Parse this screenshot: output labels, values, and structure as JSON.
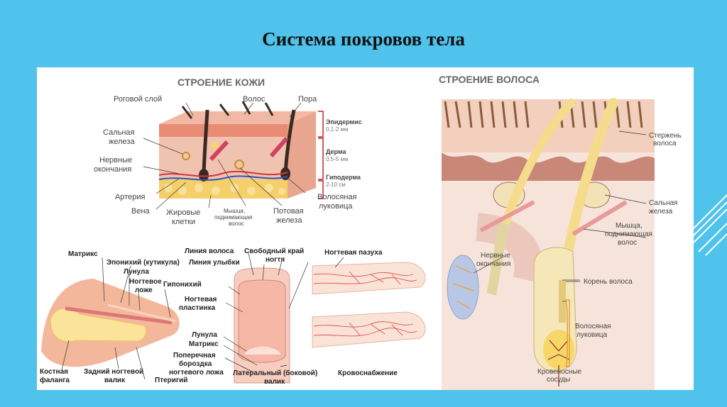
{
  "slide": {
    "title": "Система покровов тела"
  },
  "skin": {
    "heading": "СТРОЕНИЕ КОЖИ",
    "labels": {
      "horny_layer": "Роговой слой",
      "hair": "Волос",
      "pore": "Пора",
      "sebaceous_1": "Сальная",
      "sebaceous_2": "железа",
      "nerve_1": "Нервные",
      "nerve_2": "окончания",
      "artery": "Артерия",
      "vein": "Вена",
      "fat_1": "Жировые",
      "fat_2": "клетки",
      "muscle_1": "Мышца,",
      "muscle_2": "поднимающая",
      "muscle_3": "волос",
      "sweat_1": "Потовая",
      "sweat_2": "железа",
      "bulb_1": "Волосяная",
      "bulb_2": "луковица",
      "epidermis": "Эпидермис",
      "epidermis_size": "0,1-2 мм",
      "dermis": "Дерма",
      "dermis_size": "0,5-5 мм",
      "hypodermis": "Гиподерма",
      "hypodermis_size": "2-10 см"
    }
  },
  "nail": {
    "labels": {
      "matrix": "Матрикс",
      "eponychium": "Эпонихий (кутикула)",
      "lunula": "Лунула",
      "nail_bed_1": "Ногтевое",
      "nail_bed_2": "ложе",
      "hyponychium": "Гипонихий",
      "bone_1": "Костная",
      "bone_2": "фаланга",
      "back_fold_1": "Задний ногтевой",
      "back_fold_2": "валик",
      "pterygium": "Птеригий",
      "hair_line": "Линия волоса",
      "smile_line": "Линия улыбки",
      "free_edge_1": "Свободный край",
      "free_edge_2": "ногтя",
      "plate_1": "Ногтевая",
      "plate_2": "пластинка",
      "lunula2": "Лунула",
      "matrix2": "Матрикс",
      "groove_1": "Поперечная",
      "groove_2": "бороздка",
      "groove_3": "ногтевого ложа",
      "lateral_1": "Латеральный (боковой)",
      "lateral_2": "валик",
      "sinus": "Ногтевая пазуха",
      "blood": "Кровоснабжение"
    }
  },
  "hair": {
    "heading": "СТРОЕНИЕ ВОЛОСА",
    "labels": {
      "shaft_1": "Стержень",
      "shaft_2": "волоса",
      "sebaceous_1": "Сальная",
      "sebaceous_2": "железа",
      "muscle_1": "Мышца,",
      "muscle_2": "поднимающая",
      "muscle_3": "волос",
      "nerve_1": "Нервные",
      "nerve_2": "окончания",
      "root": "Корень волоса",
      "bulb_1": "Волосяная",
      "bulb_2": "луковица",
      "vessels_1": "Кровеносные",
      "vessels_2": "сосуды"
    }
  }
}
